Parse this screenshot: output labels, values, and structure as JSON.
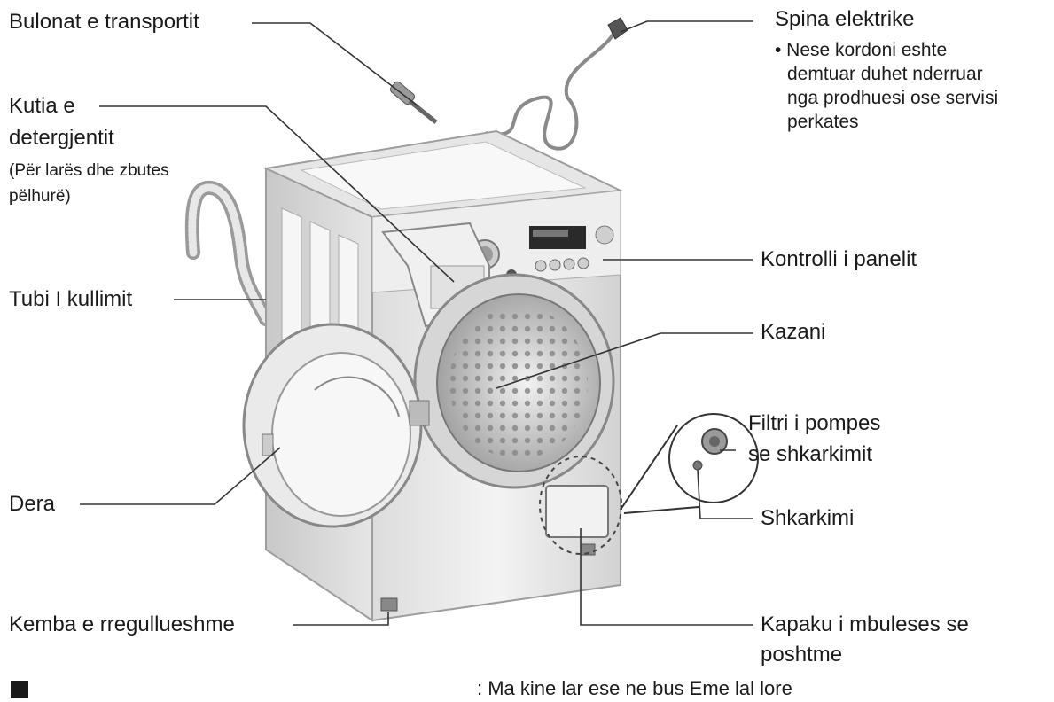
{
  "labels": {
    "bolts": "Bulonat e transportit",
    "plug": "Spina elektrike",
    "plug_note": [
      "• Nese kordoni eshte",
      "demtuar duhet nderruar",
      "nga prodhuesi ose servisi",
      "perkates"
    ],
    "detergent_1": "Kutia e",
    "detergent_2": "detergjentit",
    "detergent_sub_1": "(Për larës dhe zbutes",
    "detergent_sub_2": "pëlhurë)",
    "drain_hose": "Tubi I kullimit",
    "control_panel": "Kontrolli i panelit",
    "drum": "Kazani",
    "pump_filter_1": "Filtri i pompes",
    "pump_filter_2": "se shkarkimit",
    "drain": "Shkarkimi",
    "door": "Dera",
    "foot": "Kemba e rregullueshme",
    "cover_1": "Kapaku i mbuleses se",
    "cover_2": "poshtme"
  },
  "footer": ":  Ma kine  lar ese ne  bus Eme  lal  lore"
}
